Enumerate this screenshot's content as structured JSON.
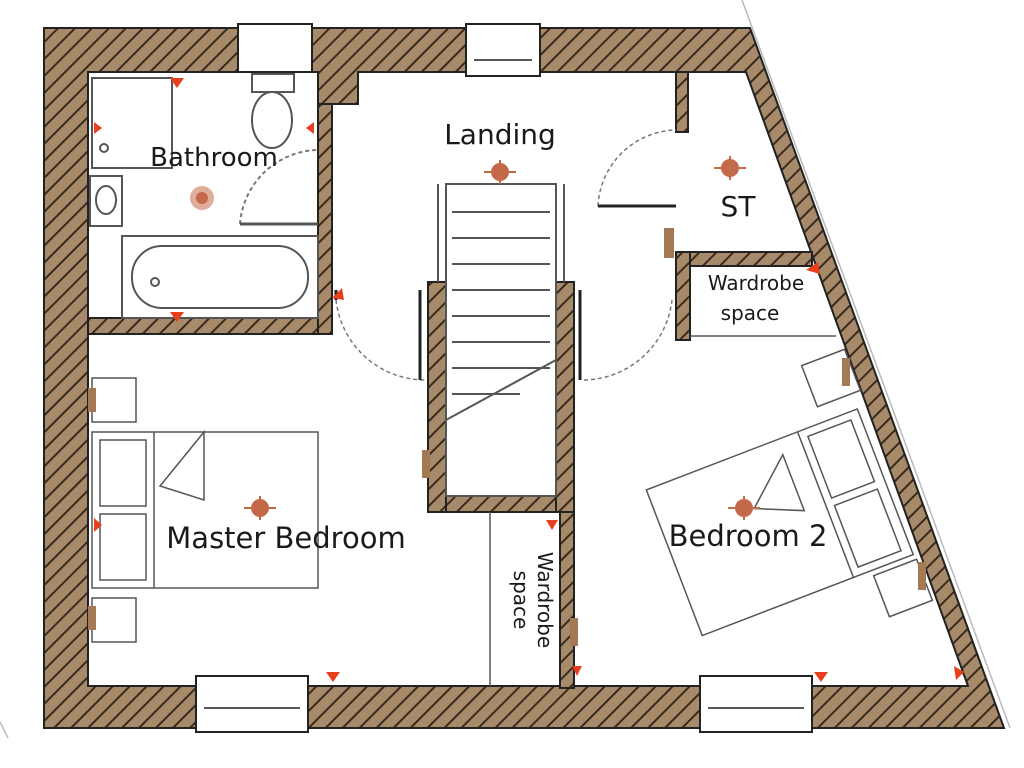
{
  "floor_plan": {
    "rooms": [
      {
        "id": "bathroom",
        "label": "Bathroom"
      },
      {
        "id": "landing",
        "label": "Landing"
      },
      {
        "id": "store",
        "label": "ST"
      },
      {
        "id": "wardrobe_right",
        "label_lines": [
          "Wardrobe",
          "space"
        ]
      },
      {
        "id": "master_bedroom",
        "label": "Master Bedroom"
      },
      {
        "id": "wardrobe_middle",
        "label_lines": [
          "Wardrobe",
          "space"
        ]
      },
      {
        "id": "bedroom_2",
        "label": "Bedroom 2"
      }
    ]
  },
  "colors": {
    "wall_fill": "#a68a6a",
    "wall_hatch": "#3a2a1c",
    "wall_outline": "#222222",
    "fixture_line": "#555555",
    "marker": "#e8401c",
    "light_fitting": "#c46a4a",
    "socket": "#a47a55",
    "door_swing": "#777777"
  }
}
